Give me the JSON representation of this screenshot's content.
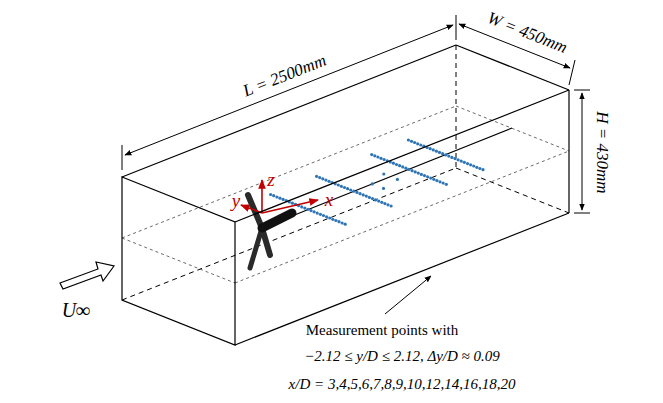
{
  "diagram": {
    "labels": [
      "L = 2500mm",
      "W = 450mm",
      "H = 430mm",
      "U∞",
      "z",
      "y",
      "x",
      "Measurement points with",
      "−2.12 ≤ y/D ≤ 2.12, Δy/D ≈ 0.09",
      "x/D = 3,4,5,6,7,8,9,10,12,14,16,18,20"
    ]
  }
}
